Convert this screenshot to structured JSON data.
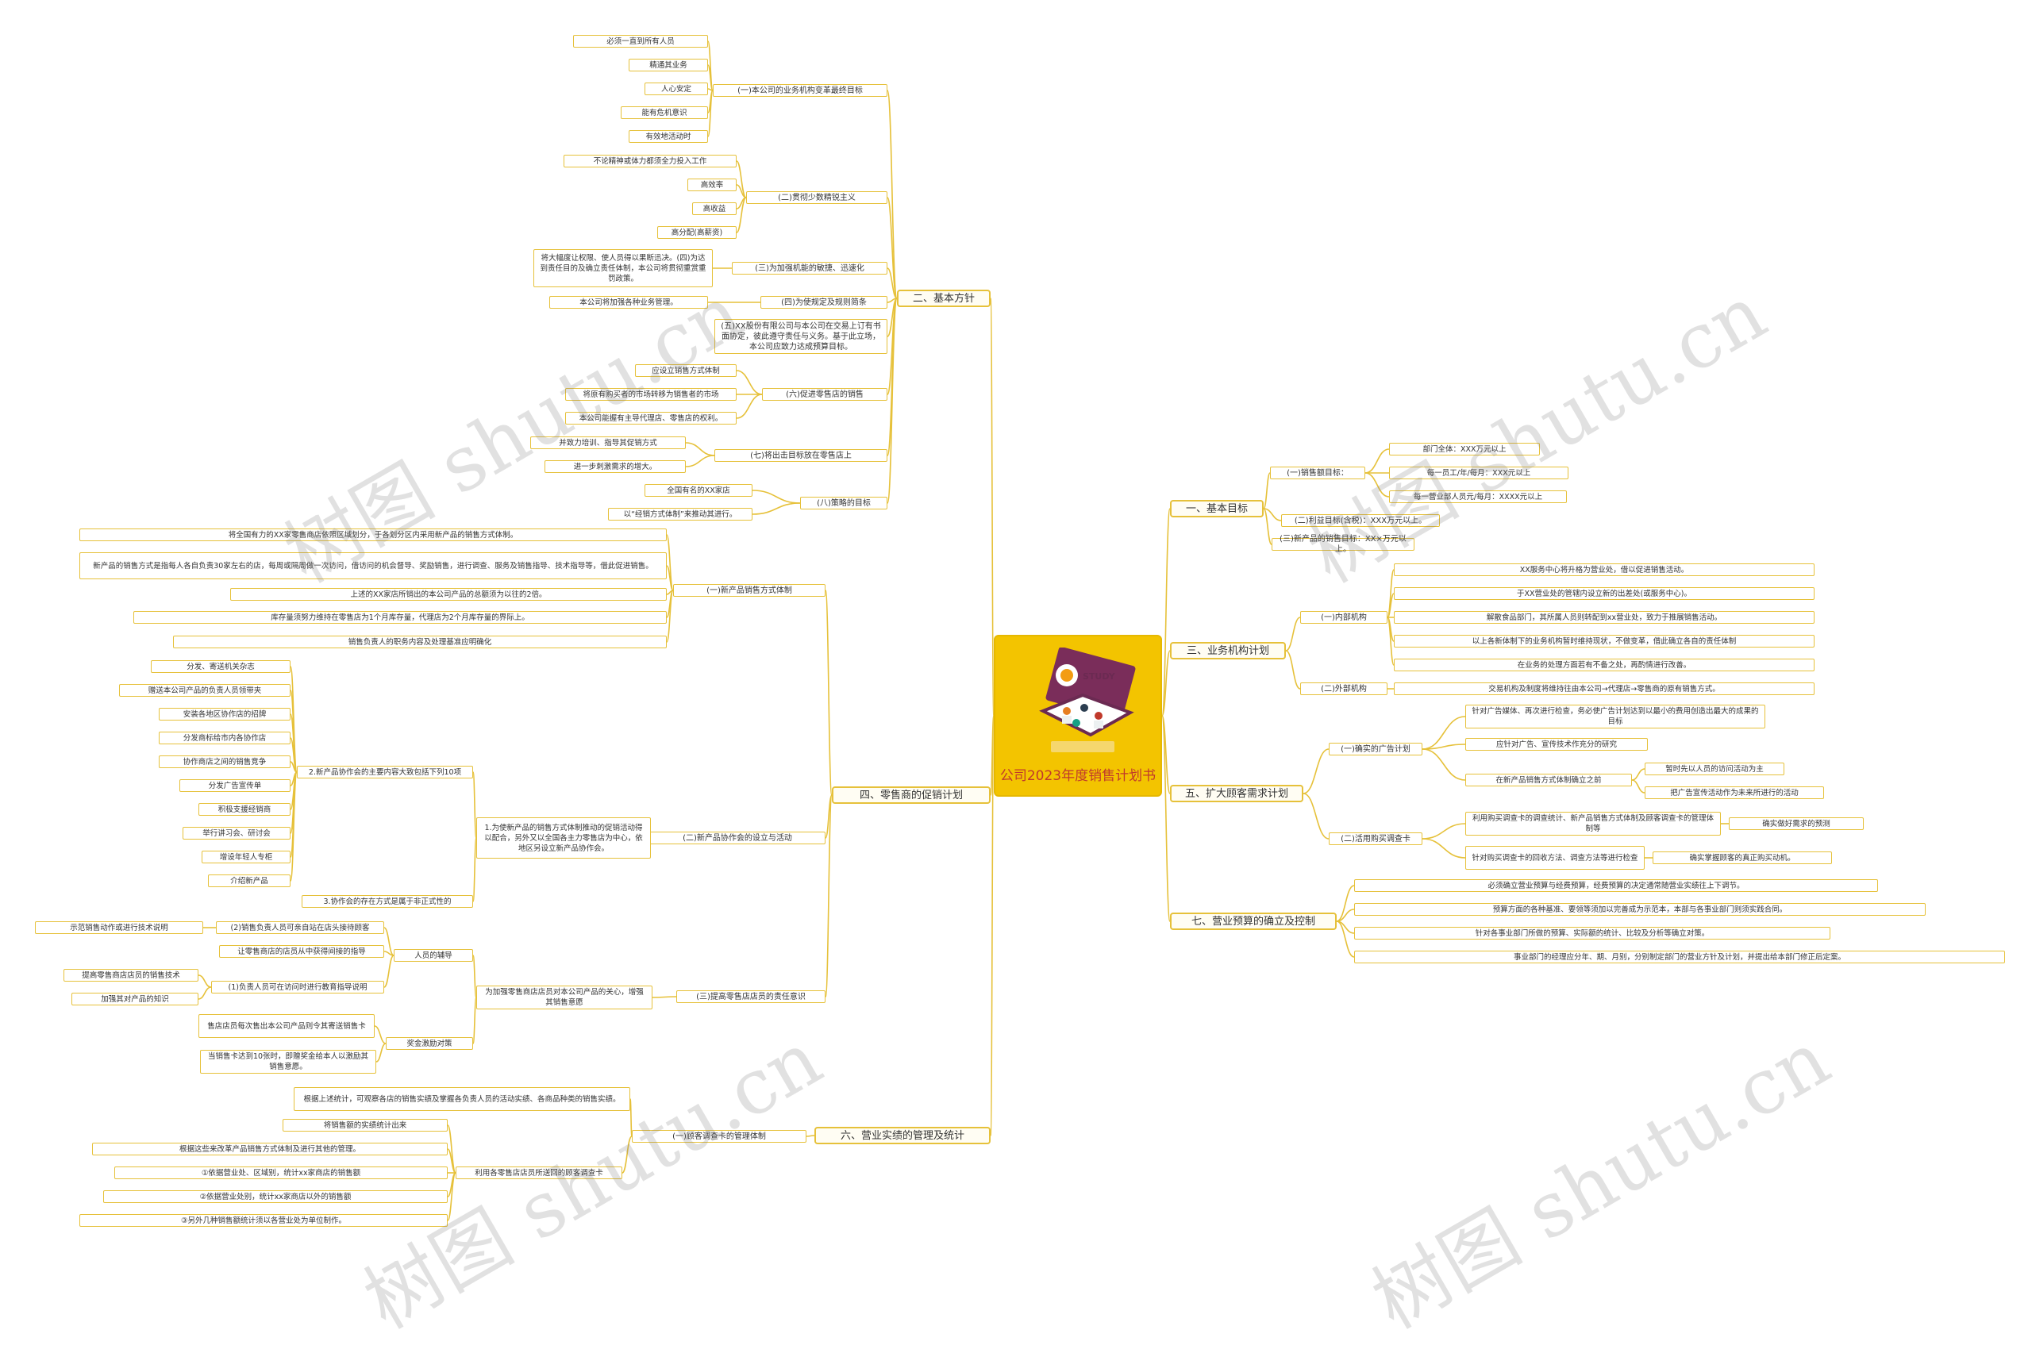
{
  "root": {
    "title": "公司2023年度销售计划书"
  },
  "watermarks": [
    "树图 shutu.cn",
    "树图 shutu.cn",
    "树图 shutu.cn",
    "树图 shutu.cn"
  ],
  "left": {
    "b2": {
      "label": "二、基本方针",
      "s1": {
        "label": "(一)本公司的业务机构变革最终目标",
        "leaves": [
          "必须一直到所有人员",
          "精通其业务",
          "人心安定",
          "能有危机意识",
          "有效地活动时"
        ]
      },
      "s2": {
        "label": "(二)贯彻少数精锐主义",
        "leaves": [
          "不论精神或体力都须全力投入工作",
          "高效率",
          "高收益",
          "高分配(高薪资)"
        ]
      },
      "s3": {
        "label": "(三)为加强机能的敏捷、迅速化",
        "leaves": [
          "将大幅度让权限、使人员得以果断迅决。(四)为达到责任目的及确立责任体制，本公司将贯彻重赏重罚政策。"
        ]
      },
      "s4": {
        "label": "(四)为使规定及规则简条",
        "leaves": [
          "本公司将加强各种业务管理。"
        ]
      },
      "s5": {
        "label": "(五)XX股份有限公司与本公司在交易上订有书面协定，彼此遵守责任与义务。基于此立场，本公司应致力达成预算目标。"
      },
      "s6": {
        "label": "(六)促进零售店的销售",
        "leaves": [
          "应设立销售方式体制",
          "将原有购买者的市场转移为销售者的市场",
          "本公司能握有主导代理店、零售店的权利。"
        ]
      },
      "s7": {
        "label": "(七)将出击目标放在零售店上",
        "leaves": [
          "并致力培训、指导其促销方式",
          "进一步刺激需求的增大。"
        ]
      },
      "s8": {
        "label": "(八)策略的目标",
        "leaves": [
          "全国有名的XX家店",
          "以“经销方式体制”来推动其进行。"
        ]
      }
    },
    "b4": {
      "label": "四、零售商的促销计划",
      "s1": {
        "label": "(一)新产品销售方式体制",
        "leaves": [
          "将全国有力的XX家零售商店依照区域划分，于各划分区内采用新产品的销售方式体制。",
          "新产品的销售方式是指每人各自负责30家左右的店，每周或隔周做一次访问，借访问的机会督导、奖励销售，进行调查、服务及销售指导、技术指导等，借此促进销售。",
          "上述的XX家店所销出的本公司产品的总额须为以往的2倍。",
          "库存量须努力维持在零售店为1个月库存量，代理店为2个月库存量的界际上。",
          "销售负责人的职务内容及处理基准应明确化"
        ]
      },
      "s2": {
        "label": "(二)新产品协作会的设立与活动",
        "mid": "1.为使新产品的销售方式体制推动的促销活动得以配合，另外又以全国各主力零售店为中心，依地区另设立新产品协作会。",
        "sub2": "2.新产品协作会的主要内容大致包括下列10项",
        "leaves": [
          "分发、寄送机关杂志",
          "赠送本公司产品的负责人员领带夹",
          "安装各地区协作店的招牌",
          "分发商标给市内各协作店",
          "协作商店之间的销售竞争",
          "分发广告宣传单",
          "积极支援经销商",
          "举行讲习会、研讨会",
          "增设年轻人专柜",
          "介绍新产品"
        ],
        "sub3": "3.协作会的存在方式是属于非正式性的"
      },
      "s3": {
        "label": "(三)提高零售店店员的责任意识",
        "mid": "为加强零售商店店员对本公司产品的关心，增强其销售意愿",
        "p1": {
          "label": "人员的辅导",
          "a": {
            "label": "(2)销售负责人员可亲自站在店头接待顾客",
            "leaf": "示范销售动作或进行技术说明"
          },
          "b": {
            "label": "让零售商店的店员从中获得间接的指导"
          },
          "c": {
            "label": "(1)负责人员可在访问时进行教育指导说明",
            "leaves": [
              "提高零售商店店员的销售技术",
              "加强其对产品的知识"
            ]
          }
        },
        "p2": {
          "label": "奖金激励对策",
          "leaves": [
            "售店店员每次售出本公司产品则令其寄送销售卡",
            "当销售卡达到10张时，即赠奖金给本人以激励其销售意愿。"
          ]
        }
      }
    },
    "b6": {
      "label": "六、营业实绩的管理及统计",
      "s1": {
        "label": "(一)顾客调查卡的管理体制",
        "leaves": [
          "根据上述统计，可观察各店的销售实绩及掌握各负责人员的活动实绩、各商品种类的销售实绩。"
        ],
        "sub": {
          "label": "利用各零售店店员所送回的顾客调查卡",
          "leaves": [
            "将销售额的实绩统计出来",
            "根据这些来改革产品销售方式体制及进行其他的管理。",
            "①依据营业处、区域别，统计xx家商店的销售额",
            "②依据营业处别，统计xx家商店以外的销售额",
            "③另外几种销售额统计须以各营业处为单位制作。"
          ]
        }
      }
    }
  },
  "right": {
    "b1": {
      "label": "一、基本目标",
      "s1": {
        "label": "(一)销售额目标：",
        "leaves": [
          "部门全体：XXX万元以上",
          "每一员工/年/每月：XXX元以上",
          "每一营业部人员元/每月：XXXX元以上"
        ]
      },
      "s2": {
        "label": "(二)利益目标(含税)：XXX万元以上。"
      },
      "s3": {
        "label": "(三)新产品的销售目标：XX×万元以上。"
      }
    },
    "b3": {
      "label": "三、业务机构计划",
      "s1": {
        "label": "(一)内部机构",
        "leaves": [
          "XX服务中心将升格为营业处，借以促进销售活动。",
          "于XX营业处的管辖内设立新的出差处(或服务中心)。",
          "解散食品部门，其所属人员则转配到xx营业处，致力于推展销售活动。",
          "以上各新体制下的业务机构暂时维持现状，不做变革，借此确立各自的责任体制",
          "在业务的处理方面若有不备之处，再酌情进行改善。"
        ]
      },
      "s2": {
        "label": "(二)外部机构",
        "leaves": [
          "交易机构及制度将维持往由本公司→代理店→零售商的原有销售方式。"
        ]
      }
    },
    "b5": {
      "label": "五、扩大顾客需求计划",
      "s1": {
        "label": "(一)确实的广告计划",
        "a": "针对广告媒体、再次进行检查，务必使广告计划达到以最小的费用创造出最大的成果的目标",
        "b": "应针对广告、宣传技术作充分的研究",
        "c": {
          "label": "在新产品销售方式体制确立之前",
          "leaves": [
            "暂时先以人员的访问活动为主",
            "把广告宣传活动作为未来所进行的活动"
          ]
        }
      },
      "s2": {
        "label": "(二)活用购买调查卡",
        "a": {
          "label": "利用购买调查卡的调查统计、新产品销售方式体制及顾客调查卡的管理体制等",
          "leaf": "确实做好需求的预测"
        },
        "b": {
          "label": "针对购买调查卡的回收方法、调查方法等进行检查",
          "leaf": "确实掌握顾客的真正购买动机。"
        }
      }
    },
    "b7": {
      "label": "七、营业预算的确立及控制",
      "leaves": [
        "必须确立营业预算与经费预算，经费预算的决定通常随营业实绩往上下调节。",
        "预算方面的各种基准、要领等须加以完善成为示范本，本部与各事业部门则须实践合同。",
        "针对各事业部门所做的预算、实际额的统计、比较及分析等确立对策。",
        "事业部门的经理应分年、期、月别，分别制定部门的营业方针及计划，并提出给本部门修正后定案。"
      ]
    }
  }
}
